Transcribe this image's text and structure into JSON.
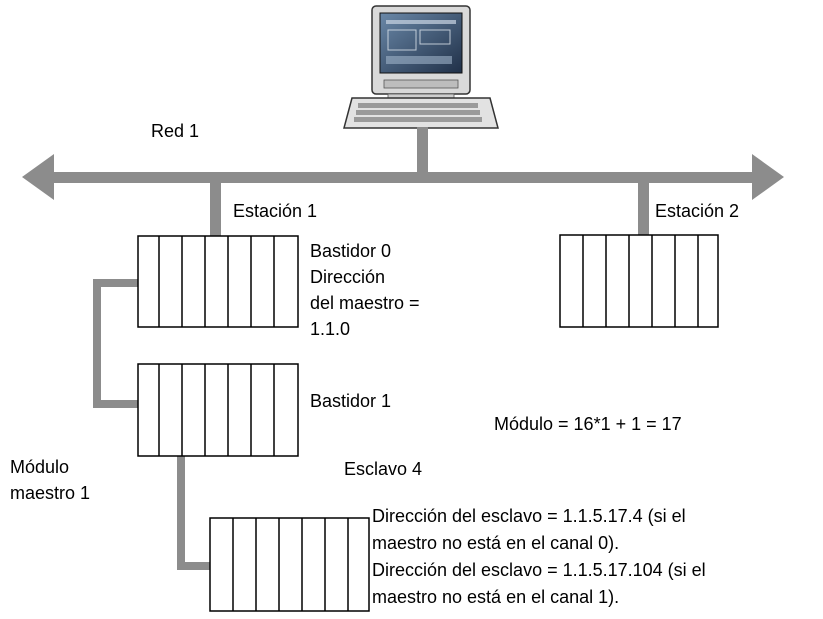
{
  "network": {
    "label": "Red 1"
  },
  "station1": {
    "label": "Estación 1",
    "rack0": {
      "label": "Bastidor 0",
      "master_address_lines": [
        "Dirección",
        "del maestro =",
        "1.1.0"
      ]
    },
    "rack1": {
      "label": "Bastidor 1"
    }
  },
  "station2": {
    "label": "Estación 2"
  },
  "master_module": {
    "label_lines": [
      "Módulo",
      "maestro 1"
    ]
  },
  "module_formula": "Módulo = 16*1 + 1 = 17",
  "slave": {
    "label": "Esclavo 4",
    "address_lines": [
      "Dirección del esclavo = 1.1.5.17.4 (si el",
      "maestro no está en el canal 0).",
      "Dirección del esclavo = 1.1.5.17.104 (si el",
      "maestro no está en el canal 1)."
    ]
  },
  "colors": {
    "line": "#8c8c8c",
    "rack_stroke": "#000000",
    "background": "#ffffff"
  },
  "icons": [
    "computer-terminal-icon",
    "double-arrow-network-bus"
  ]
}
